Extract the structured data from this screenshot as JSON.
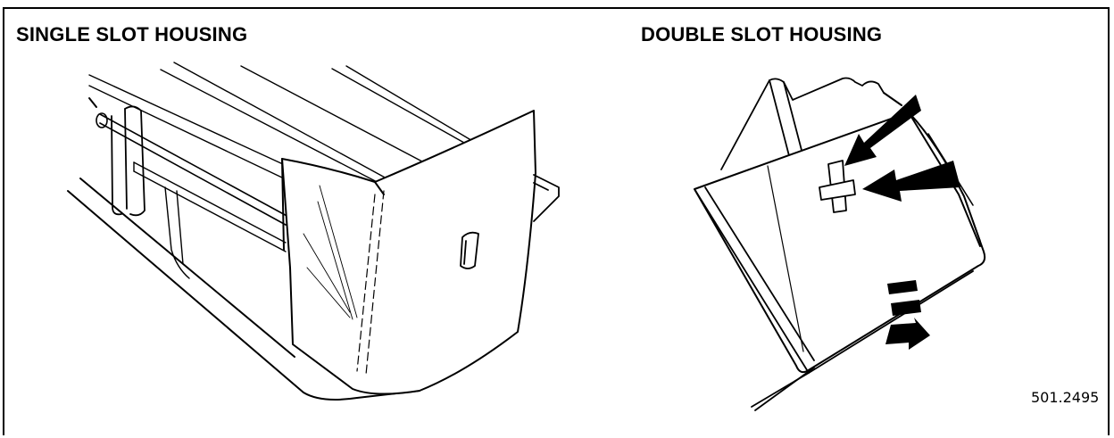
{
  "panels": {
    "left": {
      "title": "SINGLE SLOT HOUSING"
    },
    "right": {
      "title": "DOUBLE SLOT HOUSING"
    }
  },
  "figure_number": "501.2495",
  "colors": {
    "ink": "#000000",
    "paper": "#ffffff"
  }
}
